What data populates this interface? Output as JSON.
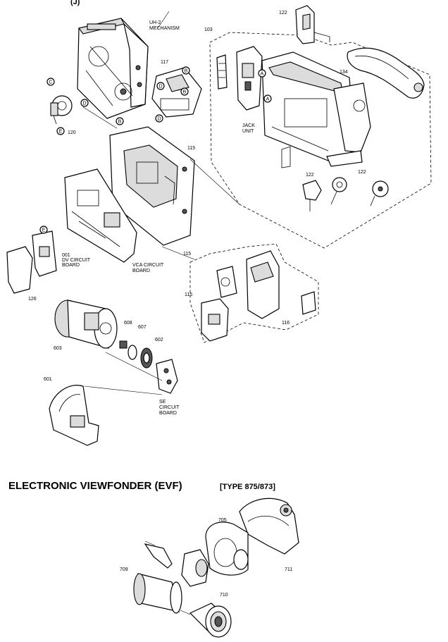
{
  "labels": {
    "header_fragment": "(J)",
    "mech_line1": "UH-2",
    "mech_line2": "MECHANISM",
    "jack_line1": "JACK",
    "jack_line2": "UNIT",
    "dv_line1": "DV CIRCUIT",
    "dv_line2": "BOARD",
    "vca_line1": "VCA CIRCUIT",
    "vca_line2": "BOARD",
    "se_line1": "SE",
    "se_line2": "CIRCUIT",
    "se_line3": "BOARD",
    "evf_title": "ELECTRONIC VIEWFONDER (EVF)",
    "evf_type": "[TYPE 875/873]"
  },
  "part_numbers": {
    "p103": "103",
    "p122a": "122",
    "p122b": "122",
    "p122c": "122",
    "p134": "134",
    "p117": "117",
    "p120": "120",
    "p115a": "115",
    "p115b": "115",
    "p115c": "115",
    "p001": "001",
    "p126": "126",
    "p116": "116",
    "p603": "603",
    "p608": "608",
    "p607": "607",
    "p602": "602",
    "p601": "601",
    "p705": "705",
    "p709": "709",
    "p711": "711",
    "p710": "710"
  },
  "callouts": {
    "A1": "A",
    "A2": "A",
    "B1": "B",
    "B2": "B",
    "B3": "B",
    "C1": "C",
    "D1": "D",
    "D2": "D",
    "E1": "E",
    "E2": "E"
  }
}
